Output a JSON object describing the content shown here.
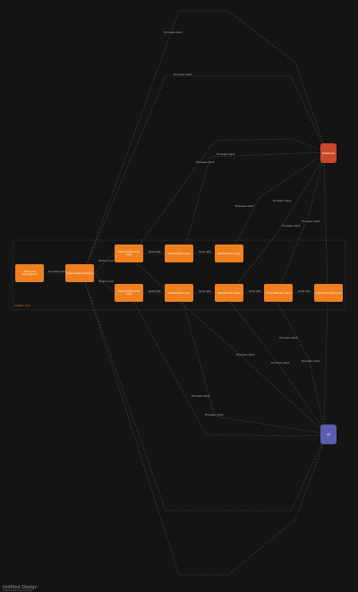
{
  "graph": {
    "nodes": {
      "n0": "Text Input Spectrogram",
      "n1": "Preprocessing Pipeline",
      "n2": "Tokenizing Encoder Layer",
      "n3": "Tokenizing Encoder Layer",
      "n4": "Self-Attention Layer",
      "n5": "Self-Attention Layer",
      "n6": "Self-Attention Layer",
      "n7": "Self-Attention Layer",
      "n8": "Cross-Attention Layer",
      "n9": "Output Decoder Layer"
    },
    "sinks": {
      "red": "Database",
      "blue": "API"
    },
    "edge_labels": {
      "e0": "Processes output",
      "e1": "Streams input",
      "e2": "Streams input",
      "e3": "Sends data",
      "e4": "Sends data",
      "e5": "Sends data",
      "e6": "Sends data",
      "e7": "Sends data",
      "e8": "Sends data",
      "e9": "Processes output",
      "e10": "Processes output",
      "e11": "Processes output",
      "e12": "Processes output",
      "e13": "Processes output",
      "e14": "Processes output",
      "e15": "Processes output",
      "e16": "Processes output",
      "e17": "Processes output",
      "e18": "Processes output",
      "e19": "Processes output",
      "e20": "Processes output",
      "e21": "Processes output",
      "e22": "Processes output"
    },
    "group_label": "Ingestion layer"
  },
  "footer": {
    "title": "Untitled Design",
    "subtitle": "Created with Flowchart Tool"
  }
}
